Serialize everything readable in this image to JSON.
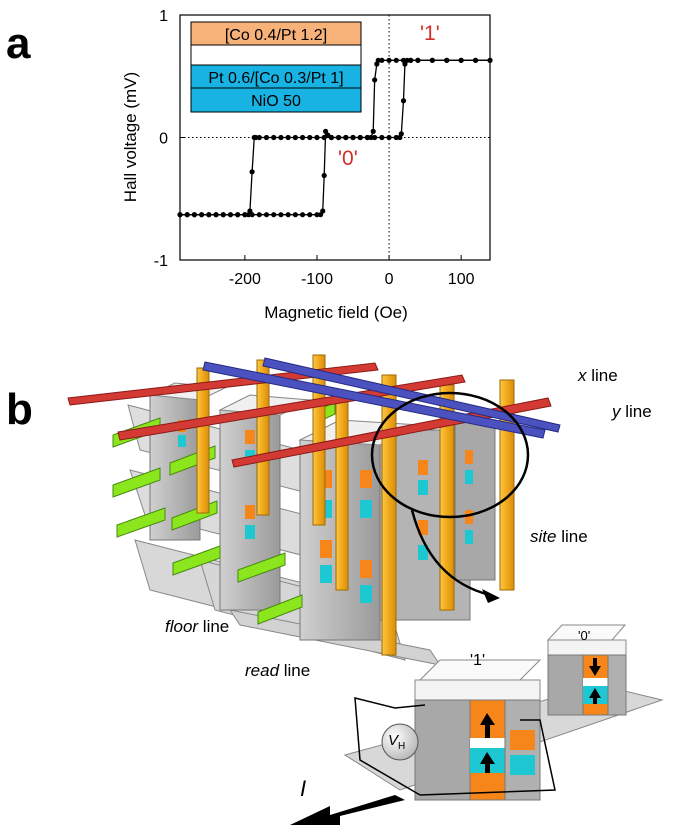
{
  "panels": {
    "a": "a",
    "b": "b"
  },
  "chart_data": {
    "type": "line",
    "title": "",
    "xlabel": "Magnetic field (Oe)",
    "ylabel": "Hall voltage (mV)",
    "xlim": [
      -290,
      140
    ],
    "ylim": [
      -1,
      1
    ],
    "xticks": [
      -200,
      -100,
      0,
      100
    ],
    "xtick_labels": [
      "-200",
      "-100",
      "0",
      "100"
    ],
    "yticks": [
      -1,
      0,
      1
    ],
    "ytick_labels": [
      "-1",
      "0",
      "1"
    ],
    "grid": false,
    "series": [
      {
        "x": [
          -290,
          -280,
          -270,
          -260,
          -250,
          -240,
          -230,
          -220,
          -210,
          -200,
          -195,
          -193,
          -190,
          -187,
          -185,
          -180,
          -170,
          -160,
          -150,
          -140,
          -130,
          -120,
          -110,
          -100,
          -90,
          -80,
          -70,
          -60,
          -50,
          -40,
          -30,
          -25,
          -22,
          -20,
          -17,
          -15,
          -10,
          0,
          10,
          20,
          30,
          40,
          60,
          80,
          100,
          120,
          140
        ],
        "y": [
          -0.63,
          -0.63,
          -0.63,
          -0.63,
          -0.63,
          -0.63,
          -0.63,
          -0.63,
          -0.63,
          -0.63,
          -0.63,
          -0.6,
          -0.28,
          0.0,
          0.0,
          0.0,
          0.0,
          0.0,
          0.0,
          0.0,
          0.0,
          0.0,
          0.0,
          0.0,
          0.0,
          0.0,
          0.0,
          0.0,
          0.0,
          0.0,
          0.0,
          0.0,
          0.05,
          0.47,
          0.6,
          0.63,
          0.63,
          0.63,
          0.63,
          0.63,
          0.63,
          0.63,
          0.63,
          0.63,
          0.63,
          0.63,
          0.63
        ]
      },
      {
        "x": [
          140,
          120,
          100,
          80,
          60,
          40,
          30,
          25,
          22,
          20,
          17,
          15,
          10,
          0,
          -10,
          -20,
          -30,
          -40,
          -50,
          -60,
          -70,
          -80,
          -85,
          -88,
          -90,
          -92,
          -95,
          -100,
          -110,
          -120,
          -130,
          -140,
          -150,
          -160,
          -170,
          -180,
          -190,
          -200,
          -210,
          -220,
          -230,
          -240,
          -250,
          -260,
          -270,
          -280,
          -290
        ],
        "y": [
          0.63,
          0.63,
          0.63,
          0.63,
          0.63,
          0.63,
          0.63,
          0.63,
          0.6,
          0.3,
          0.03,
          0.0,
          0.0,
          0.0,
          0.0,
          0.0,
          0.0,
          0.0,
          0.0,
          0.0,
          0.0,
          0.0,
          0.02,
          0.05,
          -0.31,
          -0.6,
          -0.63,
          -0.63,
          -0.63,
          -0.63,
          -0.63,
          -0.63,
          -0.63,
          -0.63,
          -0.63,
          -0.63,
          -0.63,
          -0.63,
          -0.63,
          -0.63,
          -0.63,
          -0.63,
          -0.63,
          -0.63,
          -0.63,
          -0.63,
          -0.63
        ]
      }
    ],
    "annotations": [
      "'1'",
      "'0'"
    ]
  },
  "legend_stack": {
    "layers": [
      {
        "text": "[Co 0.4/Pt 1.2]",
        "color": "#f7b27a"
      },
      {
        "text": "",
        "color": "#ffffff"
      },
      {
        "text": "Pt 0.6/[Co 0.3/Pt 1]",
        "color": "#18b3e3"
      },
      {
        "text": "NiO 50",
        "color": "#18b3e3"
      }
    ]
  },
  "diagram": {
    "x_line": {
      "italic": "x",
      "rest": " line"
    },
    "y_line": {
      "italic": "y",
      "rest": " line"
    },
    "site_line": {
      "italic": "site",
      "rest": " line"
    },
    "floor_line": {
      "italic": "floor",
      "rest": " line"
    },
    "read_line": {
      "italic": "read",
      "rest": " line"
    },
    "cell_one": "'1'",
    "cell_zero": "'0'",
    "vh": {
      "main": "V",
      "sub": "H"
    },
    "current": "I",
    "colors": {
      "red_line": "#d43a34",
      "blue_line": "#4b52c0",
      "orange_pillar": "#f5b41e",
      "green_bar": "#8be61e",
      "orange_layer": "#f7861a",
      "cyan_layer": "#1ec8d2",
      "grey_block": "#a8a8a8"
    }
  }
}
